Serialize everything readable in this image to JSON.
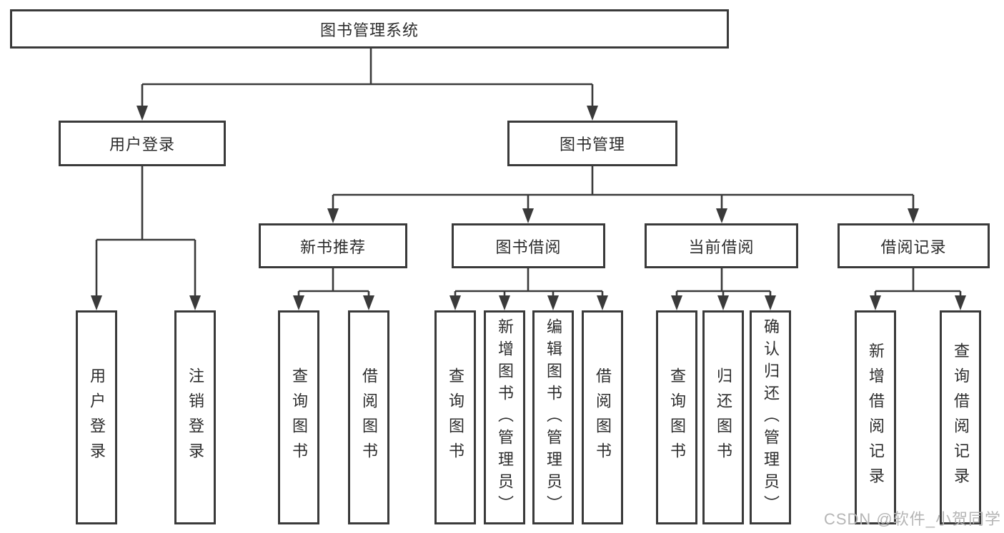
{
  "diagram": {
    "type": "hierarchy-tree",
    "title": "图书管理系统",
    "children": [
      {
        "label": "用户登录",
        "children": [
          {
            "label": "用户登录"
          },
          {
            "label": "注销登录"
          }
        ]
      },
      {
        "label": "图书管理",
        "children": [
          {
            "label": "新书推荐",
            "children": [
              {
                "label": "查询图书"
              },
              {
                "label": "借阅图书"
              }
            ]
          },
          {
            "label": "图书借阅",
            "children": [
              {
                "label": "查询图书"
              },
              {
                "label": "新增图书（管理员）"
              },
              {
                "label": "编辑图书（管理员）"
              },
              {
                "label": "借阅图书"
              }
            ]
          },
          {
            "label": "当前借阅",
            "children": [
              {
                "label": "查询图书"
              },
              {
                "label": "归还图书"
              },
              {
                "label": "确认归还（管理员）"
              }
            ]
          },
          {
            "label": "借阅记录",
            "children": [
              {
                "label": "新增借阅记录"
              },
              {
                "label": "查询借阅记录"
              }
            ]
          }
        ]
      }
    ]
  },
  "colors": {
    "line": "#3a3a3a",
    "text": "#2d2d2d",
    "background": "#ffffff",
    "watermark": "#b5b5b5"
  },
  "watermark": "CSDN @软件_小贺同学"
}
